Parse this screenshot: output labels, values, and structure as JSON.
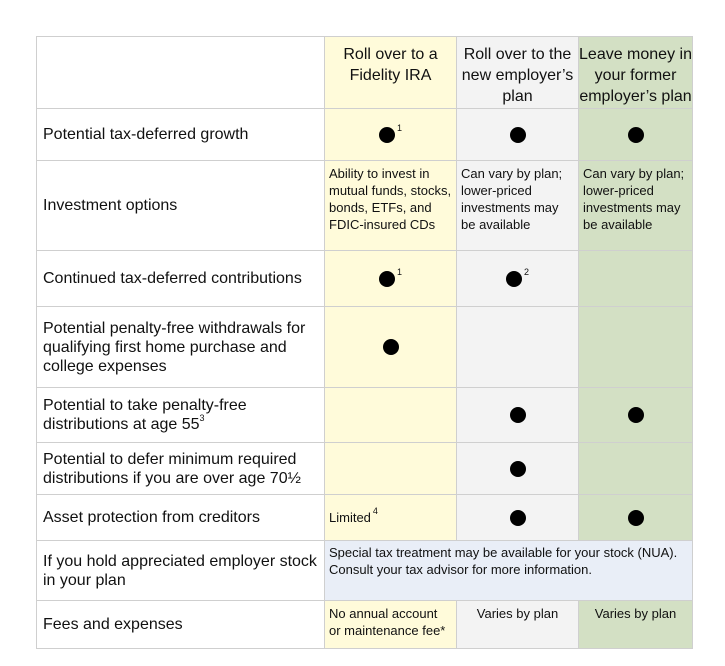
{
  "header": {
    "columns": [
      "Roll over to a Fidelity IRA",
      "Roll over to the new employer’s plan",
      "Leave money in your former employer’s plan"
    ]
  },
  "rows": [
    {
      "label": "Potential tax-deferred growth",
      "c1": "dot",
      "c1_sup": "1",
      "c2": "dot",
      "c3": "dot"
    },
    {
      "label": "Investment options",
      "c1_text": "Ability to invest in mutual funds, stocks, bonds, ETFs, and FDIC-insured CDs",
      "c2_text": "Can vary by plan; lower-priced investments may be available",
      "c3_text": "Can vary by plan; lower-priced investments may be available"
    },
    {
      "label": "Continued tax-deferred contributions",
      "c1": "dot",
      "c1_sup": "1",
      "c2": "dot",
      "c2_sup": "2"
    },
    {
      "label": "Potential penalty-free withdrawals for qualifying first home purchase and college expenses",
      "c1": "dot"
    },
    {
      "label": "Potential to take penalty-free distributions at age 55",
      "label_sup": "3",
      "c2": "dot",
      "c3": "dot"
    },
    {
      "label": "Potential to defer minimum required distributions if you are over age 70½",
      "c2": "dot"
    },
    {
      "label": "Asset protection from creditors",
      "c1_text": "Limited",
      "c1_sup": "4",
      "c2": "dot",
      "c3": "dot"
    },
    {
      "label": "If you hold appreciated employer stock in your plan",
      "span_text": "Special tax treatment may be available for your stock (NUA). Consult your tax advisor for more information."
    },
    {
      "label": "Fees and expenses",
      "c1_text": "No annual account or maintenance fee*",
      "c2_text": "Varies by plan",
      "c3_text": "Varies by plan"
    }
  ],
  "colors": {
    "ira": "#fffbda",
    "new_plan": "#f3f3f3",
    "former_plan": "#d3e0c4",
    "nua": "#e9eef7"
  }
}
